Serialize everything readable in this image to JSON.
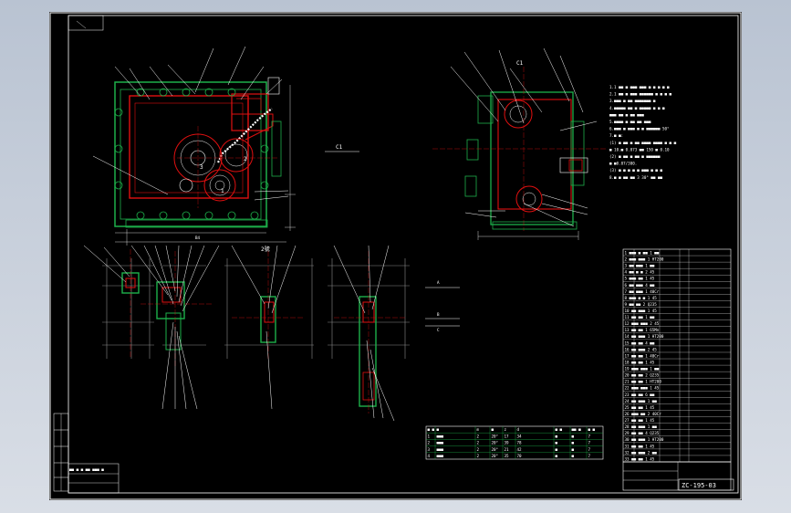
{
  "drawing": {
    "number": "ZC-195-03",
    "center_label": "C1",
    "front_view_label": "C1",
    "section_mid_label": "2號",
    "front_gear_numbers": [
      "3",
      "2",
      "1"
    ],
    "front_dimension": "B4",
    "section_mark_a": "A",
    "section_mark_b": "B",
    "section_mark_c": "C"
  },
  "notes": {
    "lines": [
      "1.1 ■■ ■ ■■■ ■■■ ■ ■ ■ ■ ■",
      "2.1 ■■ ■ ■■■ ■■■■■■ ■ ■ ■ ■",
      "3.■■■ ■ ■■ ■■■■■■■ ■",
      "4.■■■■■ ■■ ■ ■■■■■ ■ ■ ■",
      "  ■■■ ■■ ■ ■■ ■■■",
      "5.■■■■ ■ ■■ ■■ ■■■",
      "6.■■■ ■ ■■■ ■ ■ ■■■■■■ 50°",
      "7.■ ■:",
      "(1) ■ ■■ ■ ■■ ■■■■ ■■■■ ■ ■ ■",
      "   ■ 10.■ 0.073 ■■ 150 ■ 0.10",
      "(2) ■ ■■ ■ ■■ ■ ■■■■■■",
      "   ■ ■0.07/300.",
      "(3) ■ ■ ■ ■ ■ ■■■ ■ ■ ■",
      "8.■ ■ ■■ ■■ 3 30° ■■ ■■"
    ]
  },
  "title_block": {
    "rows": [
      "1  ■■■  ■ ■■  1  ■■",
      "2  ■■■  ■■■   1  HT200",
      "3  ■■   ■■■   1  ■■",
      "4  ■■   ■ ■   2  45",
      "5  ■■■  ■■    1  45",
      "6  ■■   ■■■   4  ■■",
      "7  ■■   ■■■   1  40Cr",
      "8  ■■■  ■ ■   1  45",
      "9  ■■   ■■    2  Q235",
      "10 ■■   ■■■   1  45",
      "11 ■■   ■■    1  ■■",
      "12 ■■■  ■■■   2  45",
      "13 ■■   ■■    1  65Mn",
      "14 ■■   ■■■   1  HT200",
      "15 ■■   ■■    4  ■■",
      "16 ■■   ■■■   2  45",
      "17 ■■   ■■    1  40Cr",
      "18 ■■   ■■    1  45",
      "19 ■■■  ■■■   1  ■■",
      "20 ■■   ■■    2  Q235",
      "21 ■■   ■■    1  HT200",
      "22 ■■■  ■■■   1  45",
      "23 ■■   ■■    6  ■■",
      "24 ■■   ■■■   1  ■■",
      "25 ■■   ■■    1  45",
      "26 ■■■  ■■    2  40Cr",
      "27 ■■   ■■    1  45",
      "28 ■■   ■■■   1  ■■",
      "29 ■■   ■■    4  Q235",
      "30 ■■   ■■■   1  HT200",
      "31 ■■   ■■    1  45",
      "32 ■■   ■■■   2  ■■",
      "33 ■■   ■■    1  45"
    ]
  },
  "gear_table": {
    "headers": [
      "■ ■",
      "■",
      "m",
      "■",
      "z",
      "d",
      "■ ■",
      "■■ ■",
      "■ ■"
    ],
    "rows": [
      [
        "1",
        "■■■",
        "2",
        "20°",
        "17",
        "34",
        "■",
        "■",
        "7"
      ],
      [
        "2",
        "■■■",
        "2",
        "20°",
        "39",
        "78",
        "■",
        "■",
        "7"
      ],
      [
        "3",
        "■■■",
        "2",
        "20°",
        "21",
        "42",
        "■",
        "■",
        "7"
      ],
      [
        "4",
        "■■■",
        "2",
        "20°",
        "35",
        "70",
        "■",
        "■",
        "7"
      ]
    ]
  },
  "rev_block": {
    "label": "■■ ■ ■ ■■ ■■■ ■"
  }
}
